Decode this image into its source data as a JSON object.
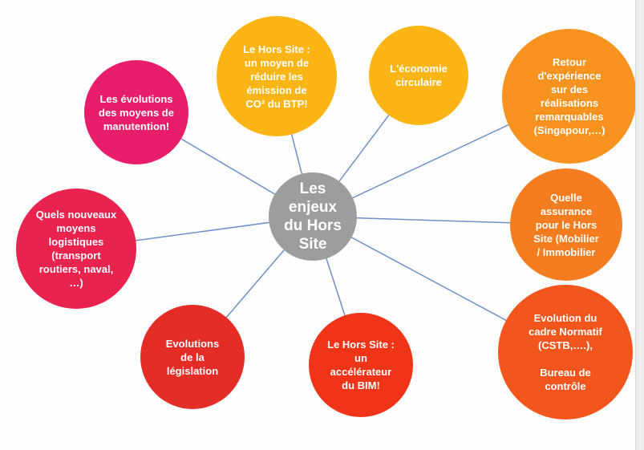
{
  "center": {
    "label": "Les\nenjeux\ndu Hors\nSite",
    "color": "#9d9d9d"
  },
  "nodes": [
    {
      "id": "manutention",
      "label": "Les évolutions\ndes moyens de\nmanutention!",
      "color": "#e91e6b"
    },
    {
      "id": "logistique",
      "label": "Quels nouveaux\nmoyens\nlogistiques\n(transport\nroutiers, naval,\n…)",
      "color": "#e8234d"
    },
    {
      "id": "legislation",
      "label": "Evolutions\nde la\nlégislation",
      "color": "#e52d27"
    },
    {
      "id": "bim",
      "label": "Le Hors Site :\nun\naccélérateur\ndu BIM!",
      "color": "#ef3418"
    },
    {
      "id": "co2",
      "label": "Le Hors Site :\nun moyen de\nréduire les\némission de\nCO² du BTP!",
      "color": "#fdb515"
    },
    {
      "id": "economie",
      "label": "L'économie\ncirculaire",
      "color": "#fdb515"
    },
    {
      "id": "retour",
      "label": "Retour\nd'expérience\nsur des\nréalisations\nremarquables\n(Singapour,…)",
      "color": "#f7931e"
    },
    {
      "id": "assurance",
      "label": "Quelle\nassurance\npour le Hors\nSite (Mobilier\n/ Immobilier",
      "color": "#f57c1f"
    },
    {
      "id": "normatif",
      "label": "Evolution du\ncadre Normatif\n(CSTB,….),\n\nBureau de\ncontrôle",
      "color": "#f2561d"
    }
  ],
  "line_color": "#6f8fc6"
}
